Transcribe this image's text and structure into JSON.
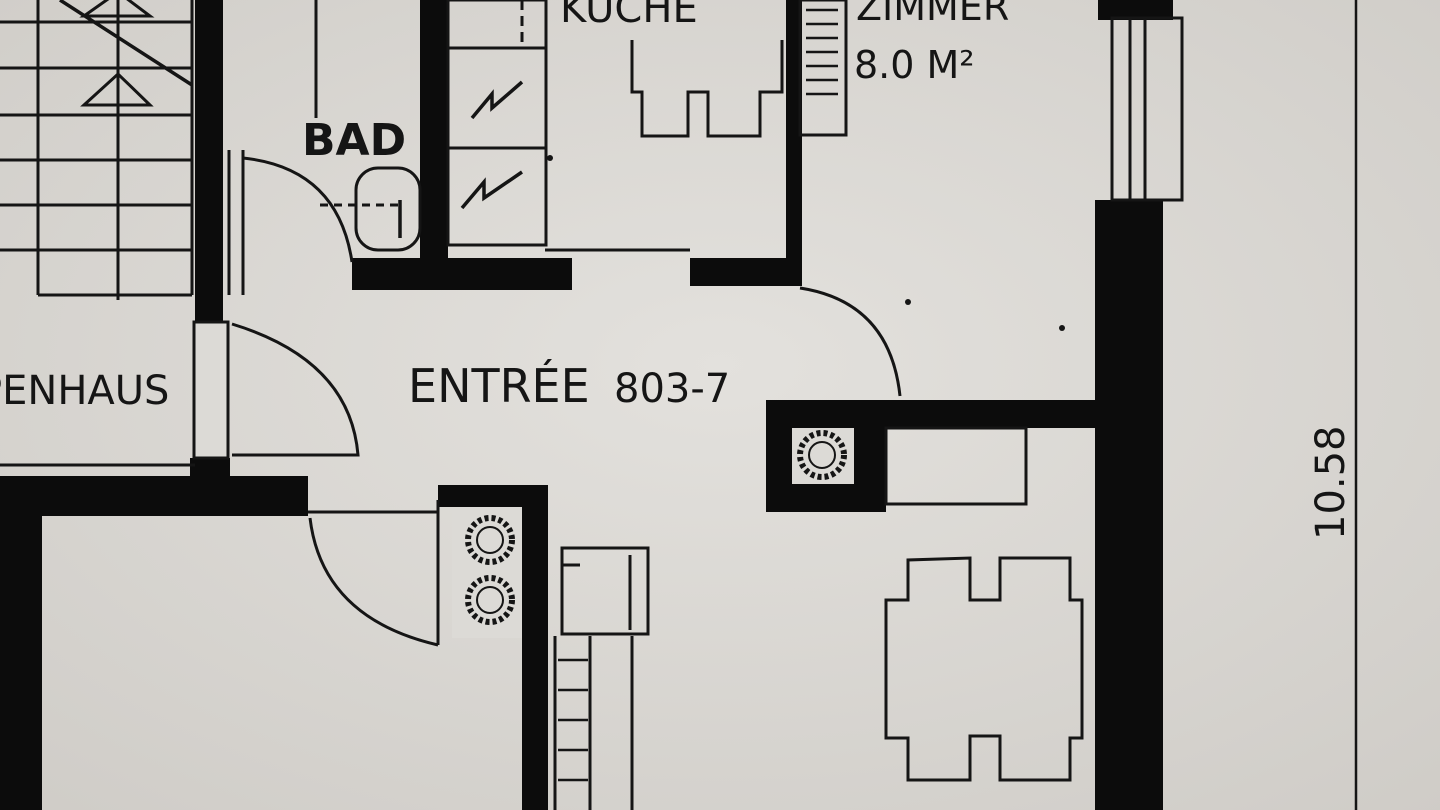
{
  "plan": {
    "labels": {
      "kitchen": "KÜCHE",
      "room": "ZIMMER",
      "room_area": "8.0 M²",
      "bath": "BAD",
      "stairwell": "PENHAUS",
      "entry": "ENTRÉE",
      "entry_code": "803-7",
      "dimension": "10.58"
    },
    "colors": {
      "paper": "#dcdad6",
      "ink": "#151515",
      "wall": "#0c0c0c"
    }
  }
}
